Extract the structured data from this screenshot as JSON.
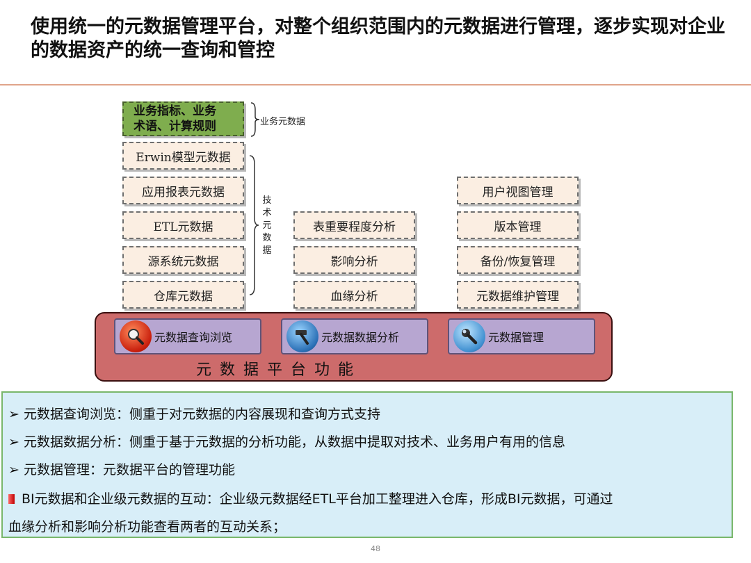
{
  "title": "使用统一的元数据管理平台，对整个组织范围内的元数据进行管理，逐步实现对企业的数据资产的统一查询和管控",
  "diagram": {
    "business_box": {
      "line1": "业务指标、业务",
      "line2": "术语、计算规则"
    },
    "business_label": "业务元数据",
    "tech_boxes": [
      "Erwin模型元数据",
      "应用报表元数据",
      "ETL元数据",
      "源系统元数据",
      "仓库元数据"
    ],
    "tech_label": [
      "技",
      "术",
      "元",
      "数",
      "据"
    ],
    "analysis_boxes": [
      "表重要程度分析",
      "影响分析",
      "血缘分析"
    ],
    "management_boxes": [
      "用户视图管理",
      "版本管理",
      "备份/恢复管理",
      "元数据维护管理"
    ],
    "functions": [
      "元数据查询浏览",
      "元数据数据分析",
      "元数据管理"
    ],
    "platform_label": "元数据平台功能"
  },
  "notes": [
    {
      "marker": "➢",
      "text": "元数据查询浏览：侧重于对元数据的内容展现和查询方式支持"
    },
    {
      "marker": "➢",
      "text": "元数据数据分析：侧重于基于元数据的分析功能，从数据中提取对技术、业务用户有用的信息"
    },
    {
      "marker": "➢",
      "text": "元数据管理：元数据平台的管理功能"
    },
    {
      "marker": "square",
      "line1": "BI元数据和企业级元数据的互动：企业级元数据经ETL平台加工整理进入仓库，形成BI元数据，可通过",
      "line2": "血缘分析和影响分析功能查看两者的互动关系；"
    }
  ],
  "page_number": "48",
  "colors": {
    "box_fill": "#fbeee2",
    "business_fill": "#7fad4e",
    "platform_fill": "#cd6b6b",
    "function_fill": "#b7a6d1",
    "notes_fill": "#d8eef8",
    "rule": "#e0a48a"
  }
}
